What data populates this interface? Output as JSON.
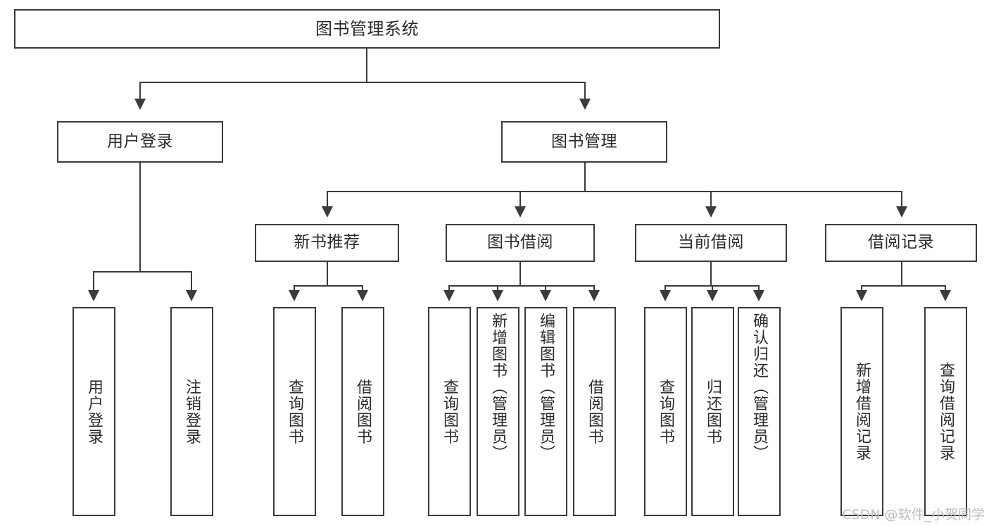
{
  "diagram": {
    "title": "图书管理系统",
    "type": "hierarchical-tree",
    "watermark": "CSDN @软件_小贺同学",
    "colors": {
      "stroke": "#3b3b3b",
      "fill": "#ffffff",
      "text": "#2b2b2b",
      "watermark": "#bdbdbd"
    },
    "levels": {
      "level1": "root",
      "level2": "modules",
      "level3": "sub-modules",
      "level4": "operations"
    }
  },
  "nodes": {
    "root": {
      "label": "图书管理系统"
    },
    "level2": [
      {
        "id": "user-login",
        "label": "用户登录"
      },
      {
        "id": "book-management",
        "label": "图书管理"
      }
    ],
    "level3": [
      {
        "id": "new-book-recommend",
        "label": "新书推荐",
        "parent": "book-management"
      },
      {
        "id": "book-borrow",
        "label": "图书借阅",
        "parent": "book-management"
      },
      {
        "id": "current-borrow",
        "label": "当前借阅",
        "parent": "book-management"
      },
      {
        "id": "borrow-record",
        "label": "借阅记录",
        "parent": "book-management"
      }
    ],
    "leaves": {
      "user_login": [
        {
          "id": "leaf-user-login",
          "label": "用户登录"
        },
        {
          "id": "leaf-logout-login",
          "label": "注销登录"
        }
      ],
      "new_book_recommend": [
        {
          "id": "leaf-query-book-1",
          "label": "查询图书"
        },
        {
          "id": "leaf-borrow-book-1",
          "label": "借阅图书"
        }
      ],
      "book_borrow": [
        {
          "id": "leaf-query-book-2",
          "label": "查询图书"
        },
        {
          "id": "leaf-add-book",
          "label": "新增图书（管理员）"
        },
        {
          "id": "leaf-edit-book",
          "label": "编辑图书（管理员）"
        },
        {
          "id": "leaf-borrow-book-2",
          "label": "借阅图书"
        }
      ],
      "current_borrow": [
        {
          "id": "leaf-query-book-3",
          "label": "查询图书"
        },
        {
          "id": "leaf-return-book",
          "label": "归还图书"
        },
        {
          "id": "leaf-confirm-return",
          "label": "确认归还（管理员）"
        }
      ],
      "borrow_record": [
        {
          "id": "leaf-add-record",
          "label": "新增借阅记录"
        },
        {
          "id": "leaf-query-record",
          "label": "查询借阅记录"
        }
      ]
    }
  }
}
